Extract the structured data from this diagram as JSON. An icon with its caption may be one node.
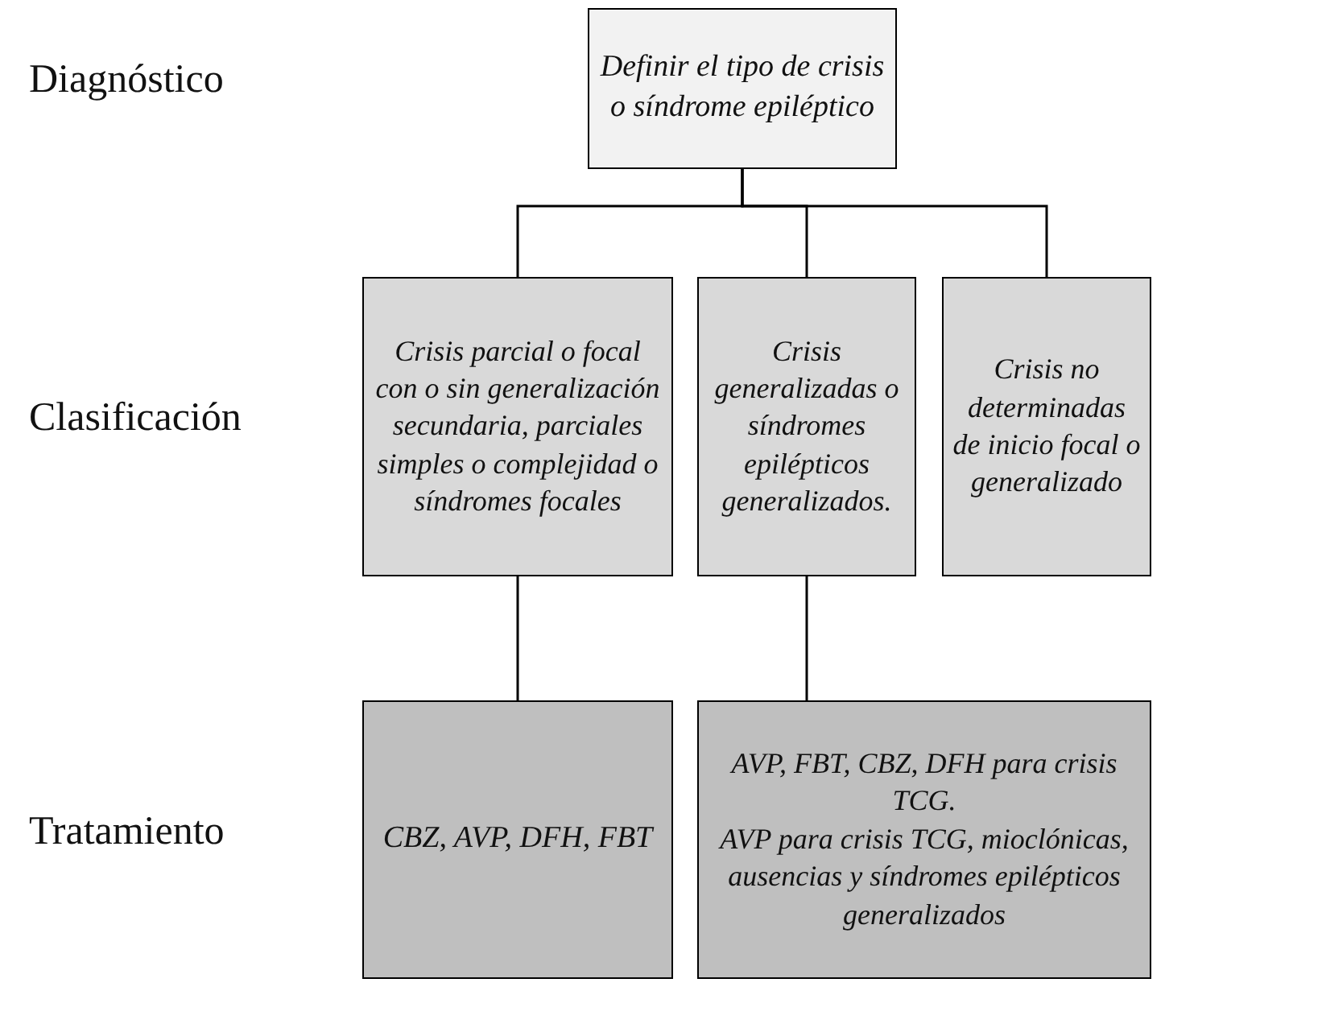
{
  "diagram": {
    "nodes": [
      {
        "text": [
          "Definir el tipo de crisis o síndrome epiléptico"
        ]
      },
      {
        "text": [
          "Crisis parcial o focal con o sin generalización secundaria, parciales simples o complejidad o síndromes focales"
        ]
      },
      {
        "text": [
          "Crisis generalizadas o síndromes epilépticos generalizados."
        ]
      },
      {
        "text": [
          "Crisis no determinadas de inicio focal o generalizado"
        ]
      },
      {
        "text": [
          "CBZ, AVP, DFH, FBT"
        ]
      },
      {
        "text": [
          "AVP, FBT, CBZ, DFH para crisis TCG.",
          "AVP para crisis TCG, mioclónicas, ausencias y síndromes epilépticos generalizados"
        ]
      }
    ],
    "edges": [
      {
        "from": 0,
        "to": 1,
        "arrow": "none"
      },
      {
        "from": 0,
        "to": 2,
        "arrow": "none"
      },
      {
        "from": 0,
        "to": 3,
        "arrow": "none"
      },
      {
        "from": 1,
        "to": 4,
        "arrow": "none"
      },
      {
        "from": 2,
        "to": 5,
        "arrow": "none"
      }
    ],
    "labels": [
      "Diagnóstico",
      "Clasificación",
      "Tratamiento"
    ]
  }
}
